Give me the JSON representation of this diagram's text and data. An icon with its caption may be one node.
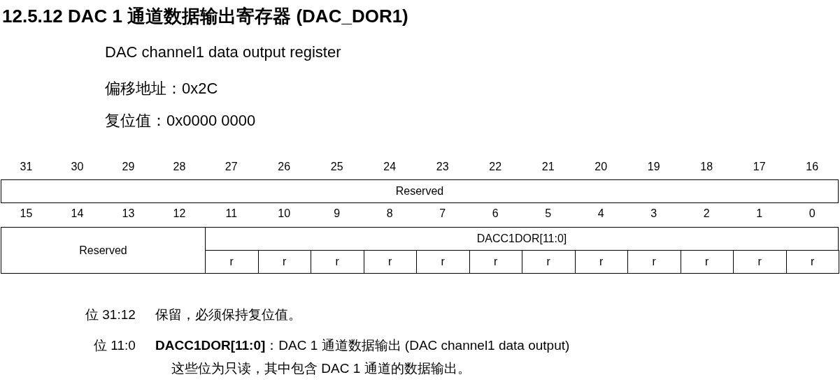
{
  "diagram": {
    "title": "12.5.12 DAC 1 通道数据输出寄存器 (DAC_DOR1)",
    "labels": [
      "DAC channel1 data output register",
      "偏移地址：0x2C",
      "复位值：0x0000 0000",
      "31",
      "30",
      "29",
      "28",
      "27",
      "26",
      "25",
      "24",
      "23",
      "22",
      "21",
      "20",
      "19",
      "18",
      "17",
      "16",
      "Reserved",
      "15",
      "14",
      "13",
      "12",
      "11",
      "10",
      "9",
      "8",
      "7",
      "6",
      "5",
      "4",
      "3",
      "2",
      "1",
      "0",
      "Reserved",
      "DACC1DOR[11:0]",
      "r",
      "r",
      "r",
      "r",
      "r",
      "r",
      "r",
      "r",
      "r",
      "r",
      "r",
      "r",
      "位 31:12",
      "保留，必须保持复位值。",
      "位 11:0",
      "**DACC1DOR[11:0]**：DAC 1 通道数据输出 (DAC channel1 data output)",
      "这些位为只读，其中包含 DAC 1 通道的数据输出。"
    ]
  }
}
